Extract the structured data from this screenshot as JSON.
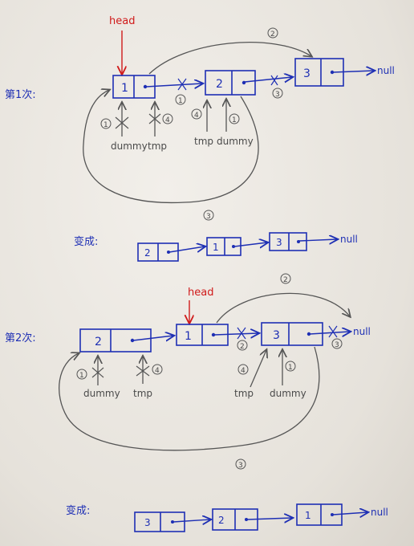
{
  "pass1": {
    "label": "第1次:",
    "head": "head",
    "null": "null",
    "nodes": [
      "1",
      "2",
      "3"
    ],
    "pointers": {
      "dummy_a": "dummy",
      "tmp_a": "tmp",
      "tmp_b": "tmp",
      "dummy_b": "dummy"
    },
    "steps": [
      "1",
      "2",
      "3",
      "4"
    ],
    "result_label": "变成:",
    "result_nodes": [
      "2",
      "1",
      "3"
    ],
    "result_null": "null"
  },
  "pass2": {
    "label": "第2次:",
    "head": "head",
    "null": "null",
    "nodes": [
      "2",
      "1",
      "3"
    ],
    "pointers": {
      "dummy_a": "dummy",
      "tmp_a": "tmp",
      "tmp_b": "tmp",
      "dummy_b": "dummy"
    },
    "steps": [
      "1",
      "2",
      "3",
      "4"
    ],
    "result_label": "变成:",
    "result_nodes": [
      "3",
      "2",
      "1"
    ],
    "result_null": "null"
  }
}
